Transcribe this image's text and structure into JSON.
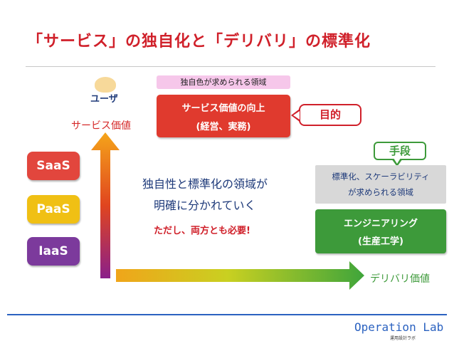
{
  "title": "「サービス」の独自化と「デリバリ」の標準化",
  "user_label": "ユーザ",
  "service_value_label": "サービス価値",
  "originality_pill": "独自色が求められる領域",
  "service_box": {
    "line1": "サービス価値の向上",
    "line2": "(経営、実務)"
  },
  "goal_callout": "目的",
  "stack": [
    "SaaS",
    "PaaS",
    "IaaS"
  ],
  "center": {
    "line1": "独自性と標準化の領域が",
    "line2": "明確に分かれていく",
    "note": "ただし、両方とも必要!"
  },
  "means_callout": "手段",
  "standard_box": {
    "line1": "標準化、スケーラビリティ",
    "line2": "が求められる領域"
  },
  "engineering_box": {
    "line1": "エンジニアリング",
    "line2": "(生産工学)"
  },
  "delivery_value_label": "デリバリ価値",
  "footer": {
    "brand": "Operation Lab",
    "sub": "運用設計ラボ"
  },
  "colors": {
    "title": "#d0202a",
    "service_red": "#e03a2e",
    "saas": "#e2463d",
    "paas": "#f0c014",
    "iaas": "#7c3a9c",
    "engineering_green": "#3d9a3a",
    "footer_blue": "#2b62c0",
    "pill_pink": "#f6c7ea"
  }
}
